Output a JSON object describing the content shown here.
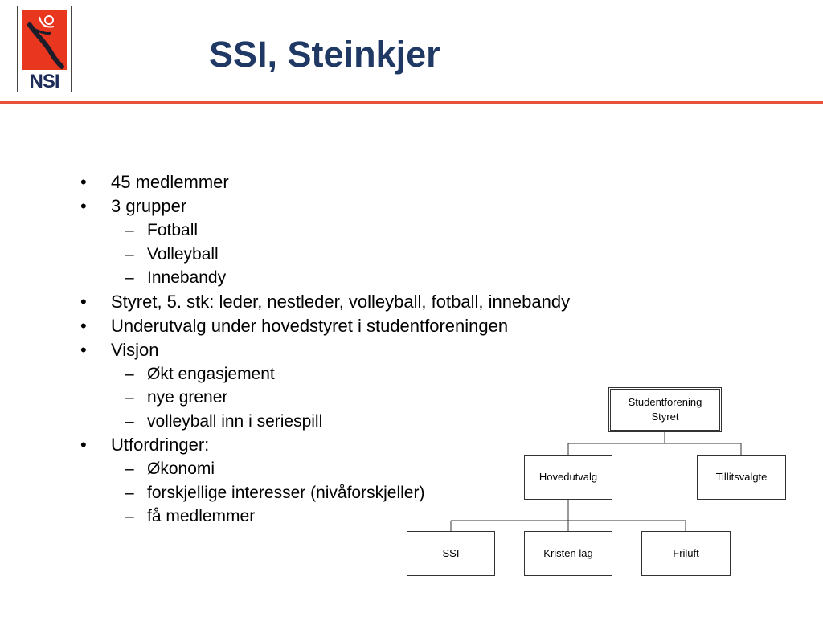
{
  "header": {
    "logo_text": "NSI",
    "title": "SSI, Steinkjer",
    "accent_color": "#e8513b",
    "title_color": "#1f3864"
  },
  "bullets": [
    {
      "text": "45 medlemmer",
      "sub": []
    },
    {
      "text": "3 grupper",
      "sub": [
        "Fotball",
        "Volleyball",
        "Innebandy"
      ]
    },
    {
      "text": "Styret, 5. stk: leder, nestleder, volleyball, fotball, innebandy",
      "sub": []
    },
    {
      "text": "Underutvalg under hovedstyret i studentforeningen",
      "sub": []
    },
    {
      "text": "Visjon",
      "sub": [
        "Økt engasjement",
        "nye grener",
        "volleyball inn i seriespill"
      ]
    },
    {
      "text": "Utfordringer:",
      "sub": [
        "Økonomi",
        "forskjellige interesser (nivåforskjeller)",
        "få medlemmer"
      ]
    }
  ],
  "org_chart": {
    "root": {
      "line1": "Studentforening",
      "line2": "Styret"
    },
    "level2": [
      "Hovedutvalg",
      "Tillitsvalgte"
    ],
    "level3": [
      "SSI",
      "Kristen lag",
      "Friluft"
    ]
  }
}
